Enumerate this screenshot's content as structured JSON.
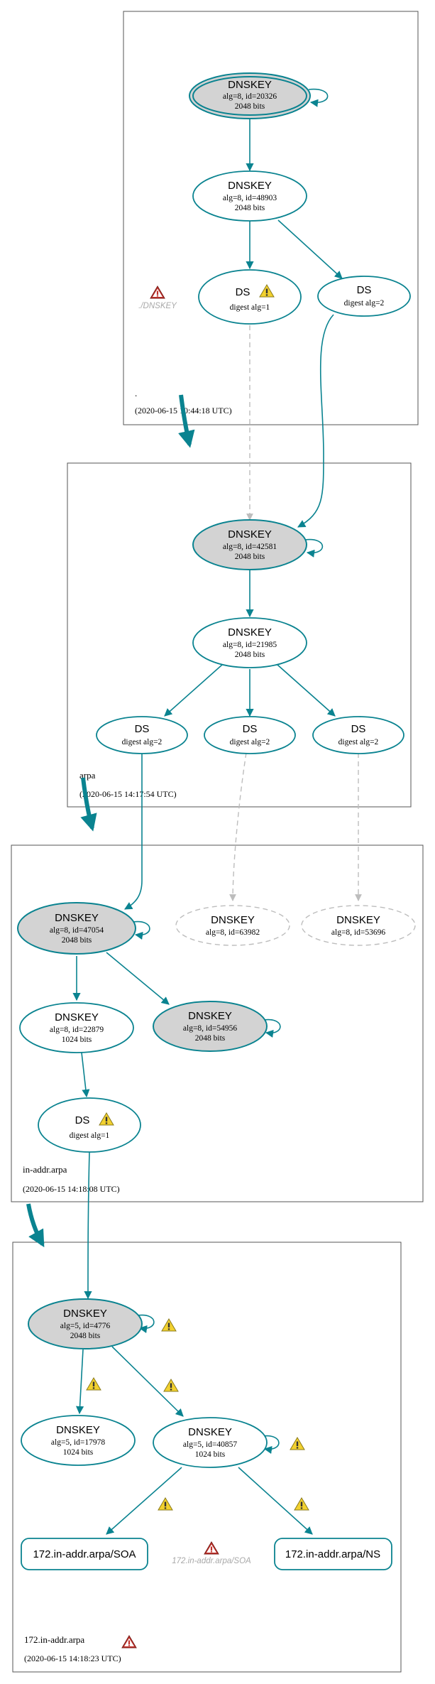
{
  "zones": {
    "root": {
      "name": ".",
      "timestamp": "(2020-06-15 10:44:18 UTC)"
    },
    "arpa": {
      "name": "arpa",
      "timestamp": "(2020-06-15 14:17:54 UTC)"
    },
    "in_addr": {
      "name": "in-addr.arpa",
      "timestamp": "(2020-06-15 14:18:08 UTC)"
    },
    "z172": {
      "name": "172.in-addr.arpa",
      "timestamp": "(2020-06-15 14:18:23 UTC)"
    }
  },
  "nodes": {
    "root_ksk": {
      "title": "DNSKEY",
      "line1": "alg=8, id=20326",
      "line2": "2048 bits"
    },
    "root_zsk": {
      "title": "DNSKEY",
      "line1": "alg=8, id=48903",
      "line2": "2048 bits"
    },
    "root_ds1": {
      "title": "DS",
      "line1": "digest alg=1"
    },
    "root_ds2": {
      "title": "DS",
      "line1": "digest alg=2"
    },
    "root_dnskey_error": {
      "text": "./DNSKEY"
    },
    "arpa_ksk": {
      "title": "DNSKEY",
      "line1": "alg=8, id=42581",
      "line2": "2048 bits"
    },
    "arpa_zsk": {
      "title": "DNSKEY",
      "line1": "alg=8, id=21985",
      "line2": "2048 bits"
    },
    "arpa_ds_a": {
      "title": "DS",
      "line1": "digest alg=2"
    },
    "arpa_ds_b": {
      "title": "DS",
      "line1": "digest alg=2"
    },
    "arpa_ds_c": {
      "title": "DS",
      "line1": "digest alg=2"
    },
    "inaddr_ksk": {
      "title": "DNSKEY",
      "line1": "alg=8, id=47054",
      "line2": "2048 bits"
    },
    "inaddr_missing1": {
      "title": "DNSKEY",
      "line1": "alg=8, id=63982"
    },
    "inaddr_missing2": {
      "title": "DNSKEY",
      "line1": "alg=8, id=53696"
    },
    "inaddr_zsk": {
      "title": "DNSKEY",
      "line1": "alg=8, id=22879",
      "line2": "1024 bits"
    },
    "inaddr_ksk2": {
      "title": "DNSKEY",
      "line1": "alg=8, id=54956",
      "line2": "2048 bits"
    },
    "inaddr_ds": {
      "title": "DS",
      "line1": "digest alg=1"
    },
    "z172_ksk": {
      "title": "DNSKEY",
      "line1": "alg=5, id=4776",
      "line2": "2048 bits"
    },
    "z172_key_a": {
      "title": "DNSKEY",
      "line1": "alg=5, id=17978",
      "line2": "1024 bits"
    },
    "z172_key_b": {
      "title": "DNSKEY",
      "line1": "alg=5, id=40857",
      "line2": "1024 bits"
    },
    "z172_soa": {
      "text": "172.in-addr.arpa/SOA"
    },
    "z172_ns": {
      "text": "172.in-addr.arpa/NS"
    },
    "z172_soa_error": {
      "text": "172.in-addr.arpa/SOA"
    }
  },
  "colors": {
    "edge": "#0a8390",
    "node_fill_ksk": "#d3d3d3",
    "ghost": "#bdbdbd",
    "zone_border": "#555555",
    "warning": "#f2d12f",
    "error": "#c0312b"
  },
  "icons": [
    "warning-icon",
    "error-icon"
  ]
}
